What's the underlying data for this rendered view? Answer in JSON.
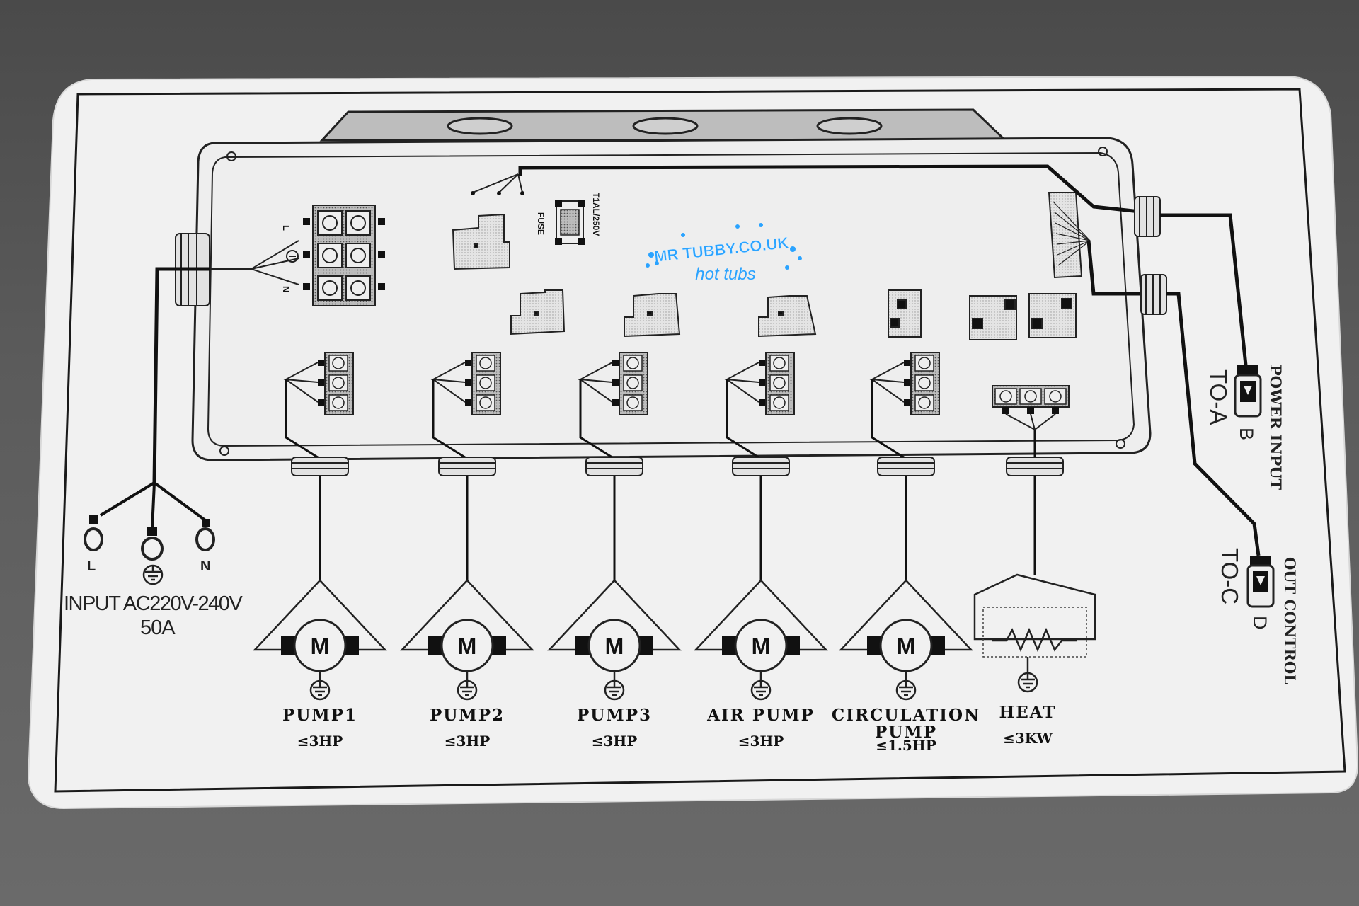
{
  "input": {
    "terminals": [
      "L",
      "",
      "N"
    ],
    "spec_line1": "INPUT AC220V-240V",
    "spec_line2": "50A"
  },
  "main_terminal": {
    "labels": [
      "L",
      "N"
    ]
  },
  "fuse": {
    "label": "FUSE",
    "rating": "T1AL/250V"
  },
  "watermark": {
    "line1": "MR TUBBY.CO.UK",
    "line2": "hot tubs"
  },
  "loads": [
    {
      "name": "PUMP1",
      "rating": "≤3HP",
      "type": "motor",
      "symbol": "M"
    },
    {
      "name": "PUMP2",
      "rating": "≤3HP",
      "type": "motor",
      "symbol": "M"
    },
    {
      "name": "PUMP3",
      "rating": "≤3HP",
      "type": "motor",
      "symbol": "M"
    },
    {
      "name": "AIR PUMP",
      "rating": "≤3HP",
      "type": "motor",
      "symbol": "M"
    },
    {
      "name": "CIRCULATION\nPUMP",
      "rating": "≤1.5HP",
      "type": "motor",
      "symbol": "M"
    },
    {
      "name": "HEAT",
      "rating": "≤3KW",
      "type": "heater",
      "symbol": ""
    }
  ],
  "right_side": {
    "power_input": "POWER INPUT",
    "to_a": "TO-A",
    "b": "B",
    "out_control": "OUT CONTROL",
    "to_c": "TO-C",
    "d": "D"
  },
  "colors": {
    "background": "#555555",
    "label": "#f2f2f2",
    "ink": "#1a1a1a",
    "watermark": "#2aa3ff"
  }
}
